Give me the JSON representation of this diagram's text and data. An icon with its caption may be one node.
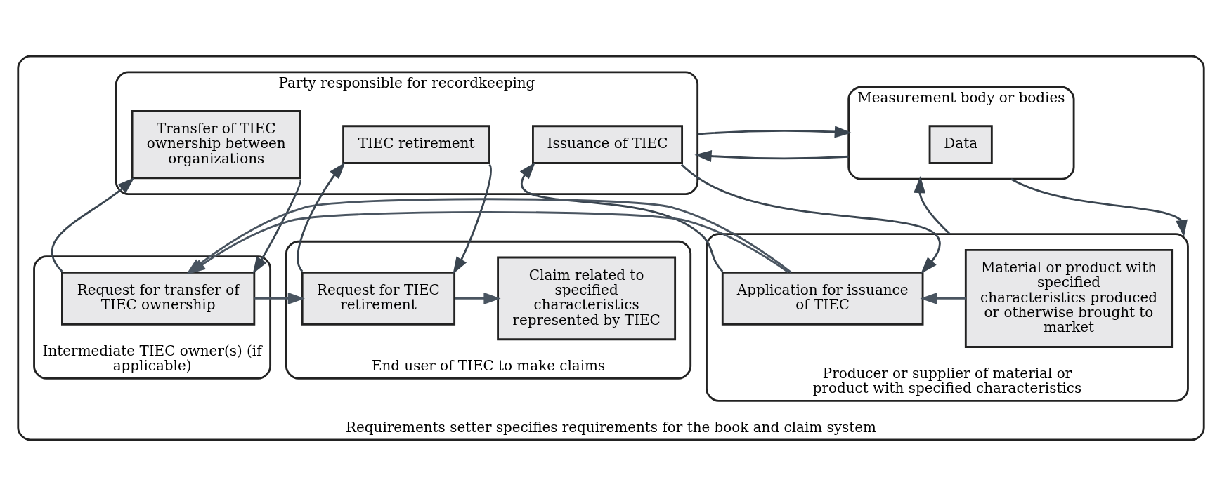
{
  "diagram": {
    "nodes": [
      {
        "text": [
          "Requirements setter specifies requirements for the book and claim system"
        ]
      },
      {
        "text": [
          "Measurement body or bodies"
        ],
        "in": 0
      },
      {
        "text": [
          "Data"
        ],
        "in": 1
      },
      {
        "text": [
          "Party responsible for recordkeeping"
        ],
        "in": 0
      },
      {
        "text": [
          "Issuance of TIEC"
        ],
        "in": 3
      },
      {
        "text": [
          "Transfer of TIEC ownership between organizations"
        ],
        "in": 3
      },
      {
        "text": [
          "TIEC retirement"
        ],
        "in": 3
      },
      {
        "text": [
          "Producer or supplier of material or product with specified characteristics"
        ],
        "in": 0
      },
      {
        "text": [
          "Material or product with specified characteristics produced or otherwise brought to market"
        ],
        "in": 7
      },
      {
        "text": [
          "Application for issuance of TIEC"
        ],
        "in": 7
      },
      {
        "text": [
          "Intermediate TIEC owner(s) (if applicable)"
        ],
        "in": 0
      },
      {
        "text": [
          "Request for transfer of TIEC ownership"
        ],
        "in": 10
      },
      {
        "text": [
          "End user of TIEC to make claims"
        ],
        "in": 0
      },
      {
        "text": [
          "Request for TIEC retirement"
        ],
        "in": 12
      },
      {
        "text": [
          "Claim related to specified characteristics represented by TIEC"
        ],
        "in": 12
      }
    ],
    "edges": [
      {
        "from": 1,
        "to": 3,
        "arrow": "to"
      },
      {
        "from": 3,
        "to": 1,
        "arrow": "to"
      },
      {
        "from": 7,
        "to": 1,
        "arrow": "to"
      },
      {
        "from": 1,
        "to": 7,
        "arrow": "to"
      },
      {
        "from": 9,
        "to": 4,
        "arrow": "to"
      },
      {
        "from": 4,
        "to": 9,
        "arrow": "to"
      },
      {
        "from": 11,
        "to": 5,
        "arrow": "to"
      },
      {
        "from": 5,
        "to": 11,
        "arrow": "to"
      },
      {
        "from": 13,
        "to": 6,
        "arrow": "to"
      },
      {
        "from": 6,
        "to": 13,
        "arrow": "to"
      },
      {
        "from": 8,
        "to": 9,
        "arrow": "to",
        "color": "#4a5561"
      },
      {
        "from": 9,
        "to": 11,
        "arrow": "to",
        "color": "#4a5561"
      },
      {
        "from": 11,
        "to": 13,
        "arrow": "to",
        "color": "#4a5561"
      },
      {
        "from": 13,
        "to": 14,
        "arrow": "to",
        "color": "#4a5561"
      }
    ]
  }
}
